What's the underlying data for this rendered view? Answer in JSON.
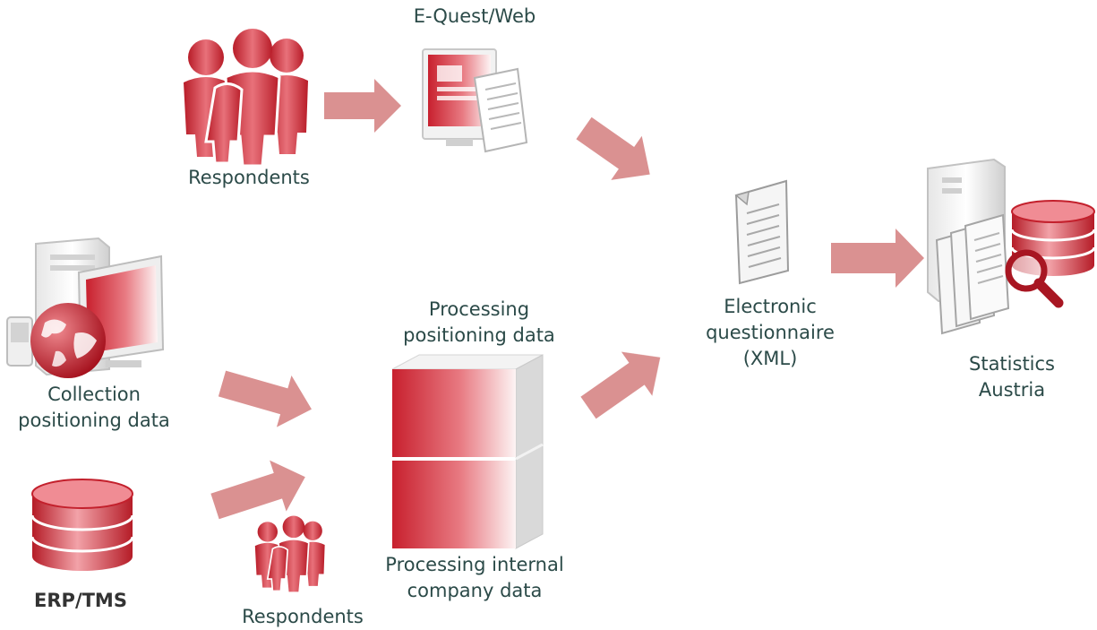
{
  "labels": {
    "equest": "E-Quest/Web",
    "respondents_top": "Respondents",
    "collection": [
      "Collection",
      "positioning data"
    ],
    "erp": "ERP/TMS",
    "respondents_bottom": "Respondents",
    "processing_positioning": [
      "Processing",
      "positioning data"
    ],
    "processing_internal": [
      "Processing internal",
      "company data"
    ],
    "electronic": [
      "Electronic",
      "questionnaire",
      "(XML)"
    ],
    "statistics": [
      "Statistics",
      "Austria"
    ]
  },
  "colors": {
    "accent_red": "#c8202e",
    "arrow": "#d88c8c",
    "label_text": "#2b4a48"
  },
  "icons": {
    "respondents_top": "people-group-icon",
    "respondents_bottom": "people-group-icon",
    "equest": "web-form-icon",
    "collection": "server-globe-monitor-icon",
    "erp": "database-icon",
    "processing": "processing-cube-icon",
    "document": "xml-document-icon",
    "statistics": "server-documents-search-icon"
  }
}
